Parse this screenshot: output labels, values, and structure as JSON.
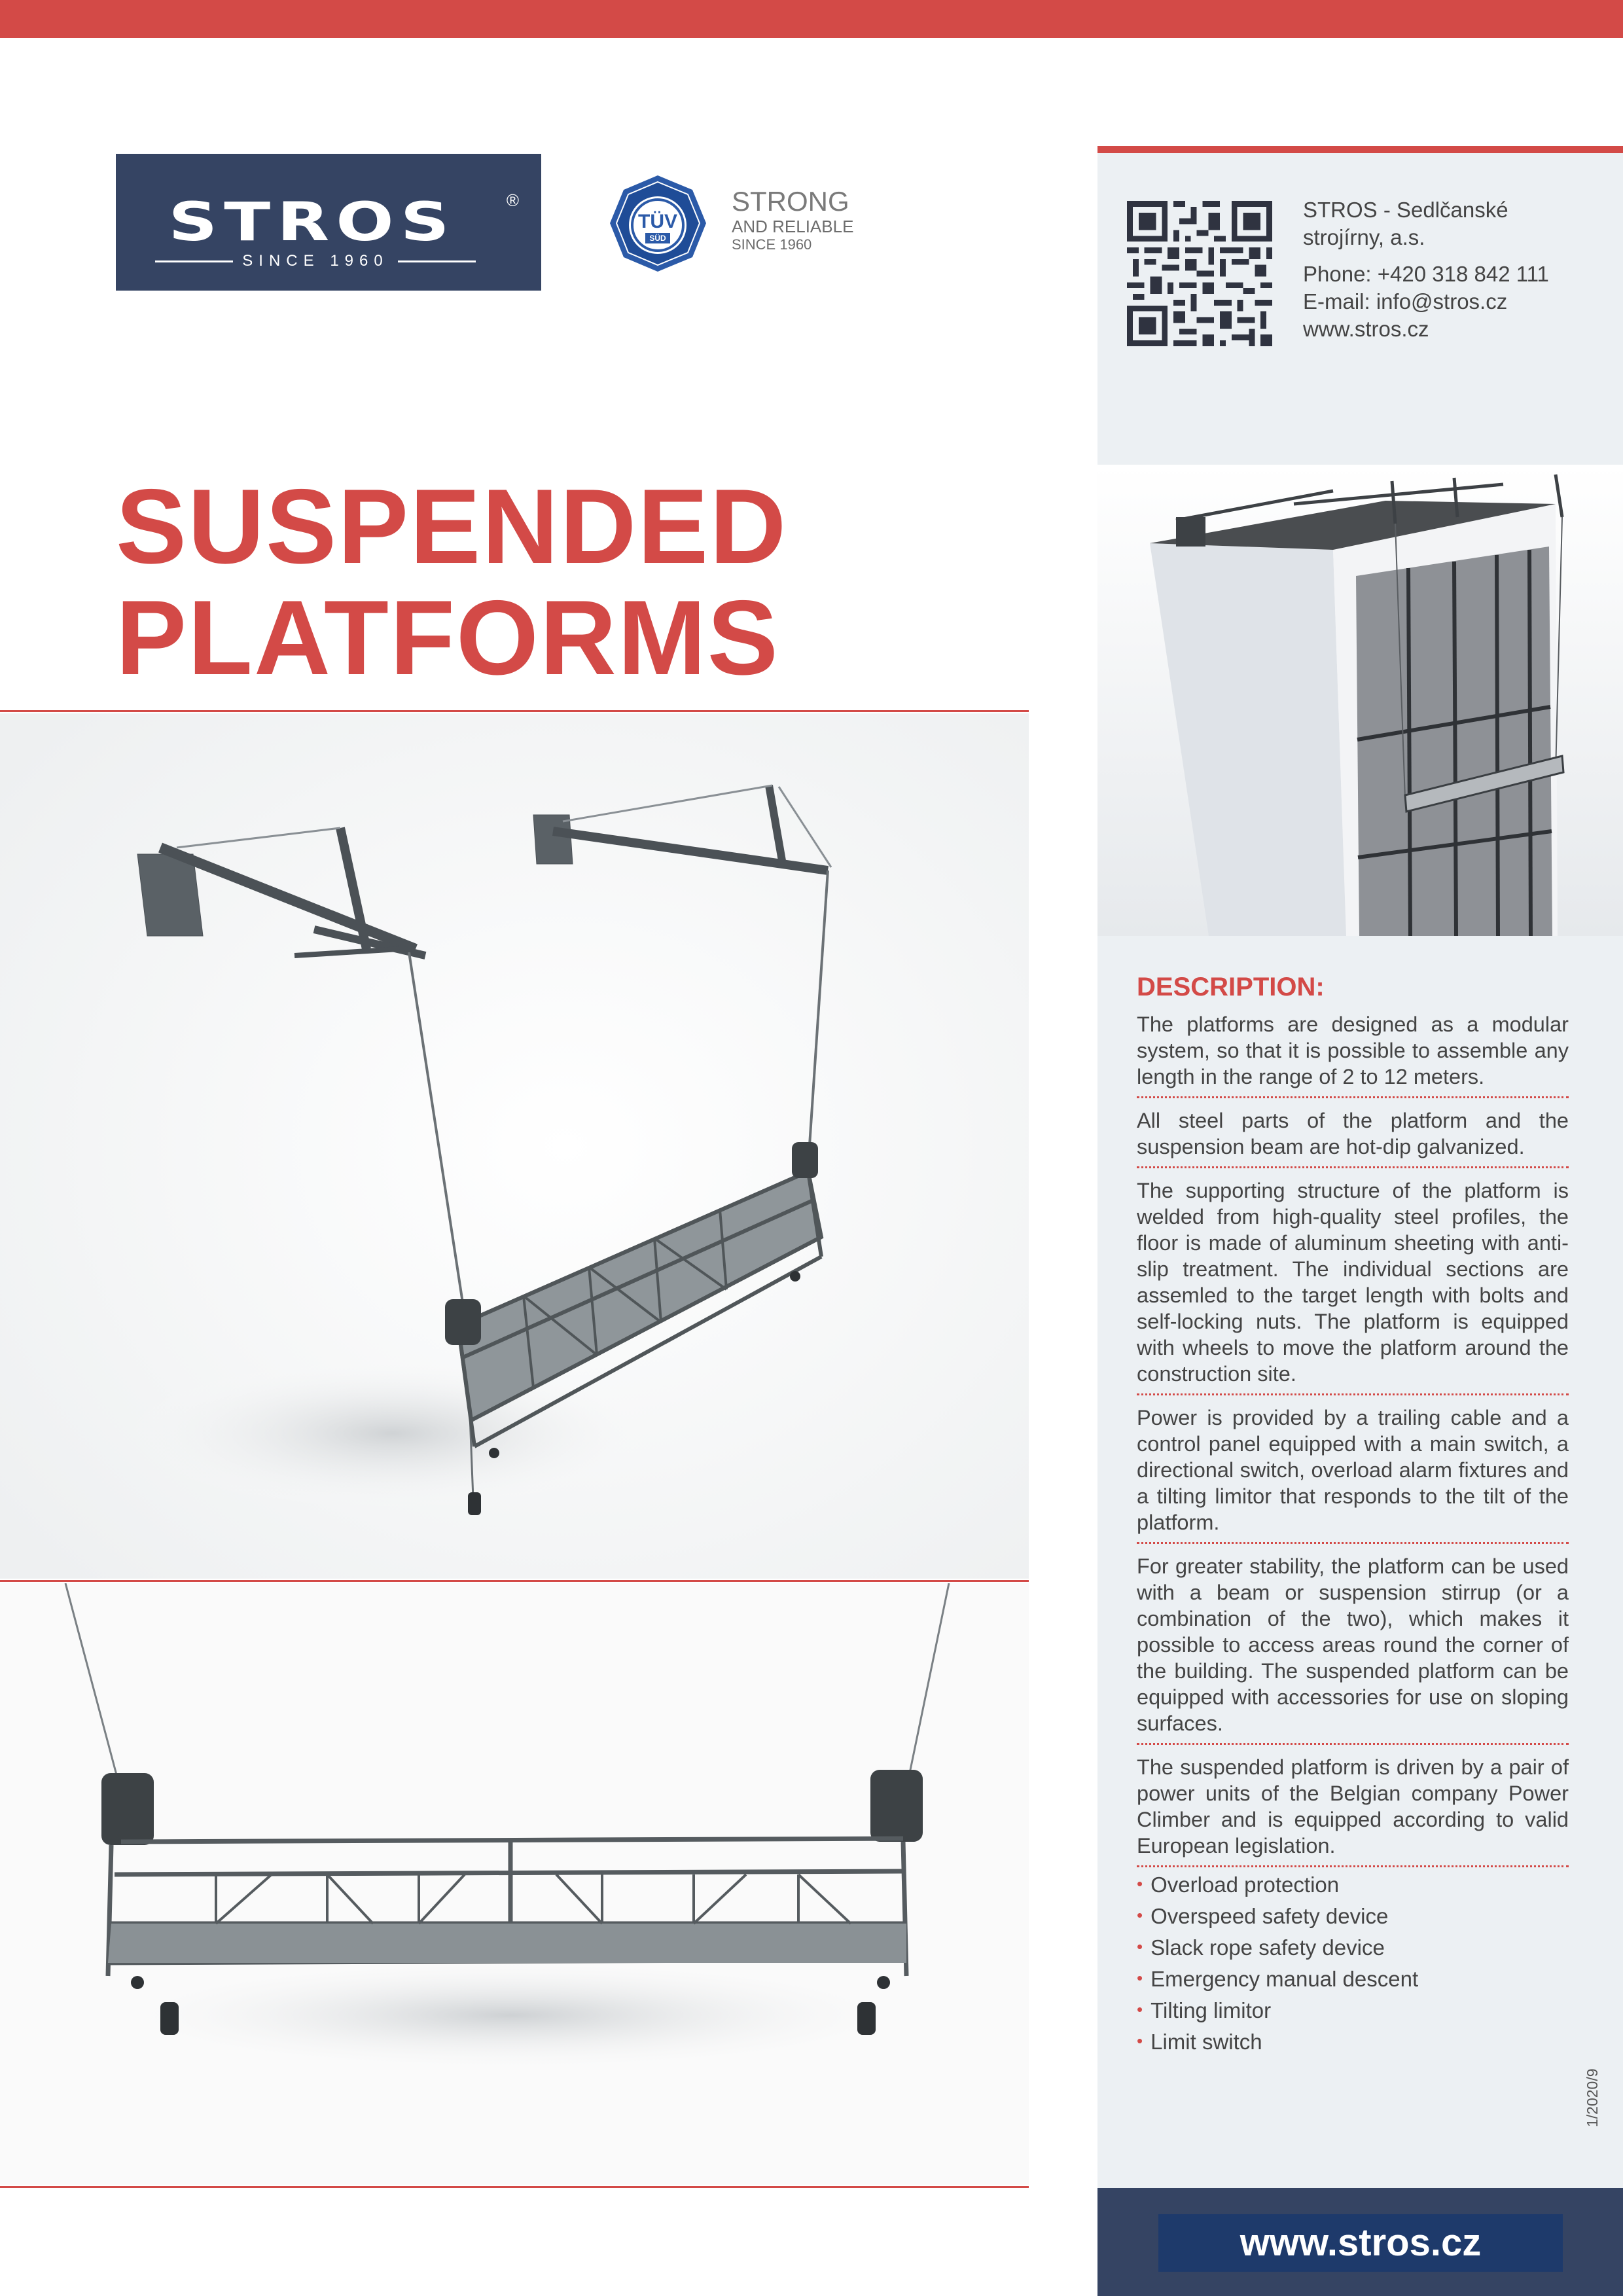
{
  "header": {
    "logo": {
      "word": "STROS",
      "registered": "®",
      "since": "SINCE 1960"
    },
    "badge": {
      "strong": "STRONG",
      "reliable": "AND RELIABLE",
      "since": "SINCE 1960",
      "tuv": "TÜV",
      "sud": "SÜD"
    }
  },
  "contact": {
    "company_line1": "STROS - Sedlčanské",
    "company_line2": "strojírny, a.s.",
    "phone": "Phone: +420 318 842 111",
    "email": "E-mail: info@stros.cz",
    "web": "www.stros.cz"
  },
  "title": {
    "line1": "SUSPENDED",
    "line2": "PLATFORMS"
  },
  "description": {
    "heading": "DESCRIPTION:",
    "paragraphs": [
      "The platforms are designed as a modular system, so that it is possible to assemble any length in the range of 2 to 12 meters.",
      "All steel parts of the platform and the suspension beam are hot-dip galvanized.",
      "The supporting structure of the platform is welded from high-quality steel profiles, the floor is made of aluminum sheeting with anti-slip treatment. The individual sections are assemled to the target length with bolts and self-locking nuts. The platform is equipped with wheels to move the platform around the construction site.",
      "Power is provided by a trailing cable and a control panel equipped with a main switch, a directional switch, overload alarm fixtures and a tilting limitor that responds to the tilt of the platform.",
      "For greater stability, the platform can be used with a beam or suspension stirrup (or a combination of the two), which makes it possible to access areas round the corner of the building. The suspended platform can be equipped with accessories for use on sloping surfaces.",
      "The suspended platform is driven by a pair of power units of the Belgian company Power Climber and is equipped according to valid European legislation."
    ],
    "features": [
      "Overload protection",
      "Overspeed safety device",
      "Slack rope safety device",
      "Emergency manual descent",
      "Tilting limitor",
      "Limit switch"
    ]
  },
  "version": "1/2020/9",
  "footer": {
    "web": "www.stros.cz"
  },
  "colors": {
    "accent": "#d34a47",
    "navy": "#354463",
    "panel": "#ecf0f3"
  }
}
